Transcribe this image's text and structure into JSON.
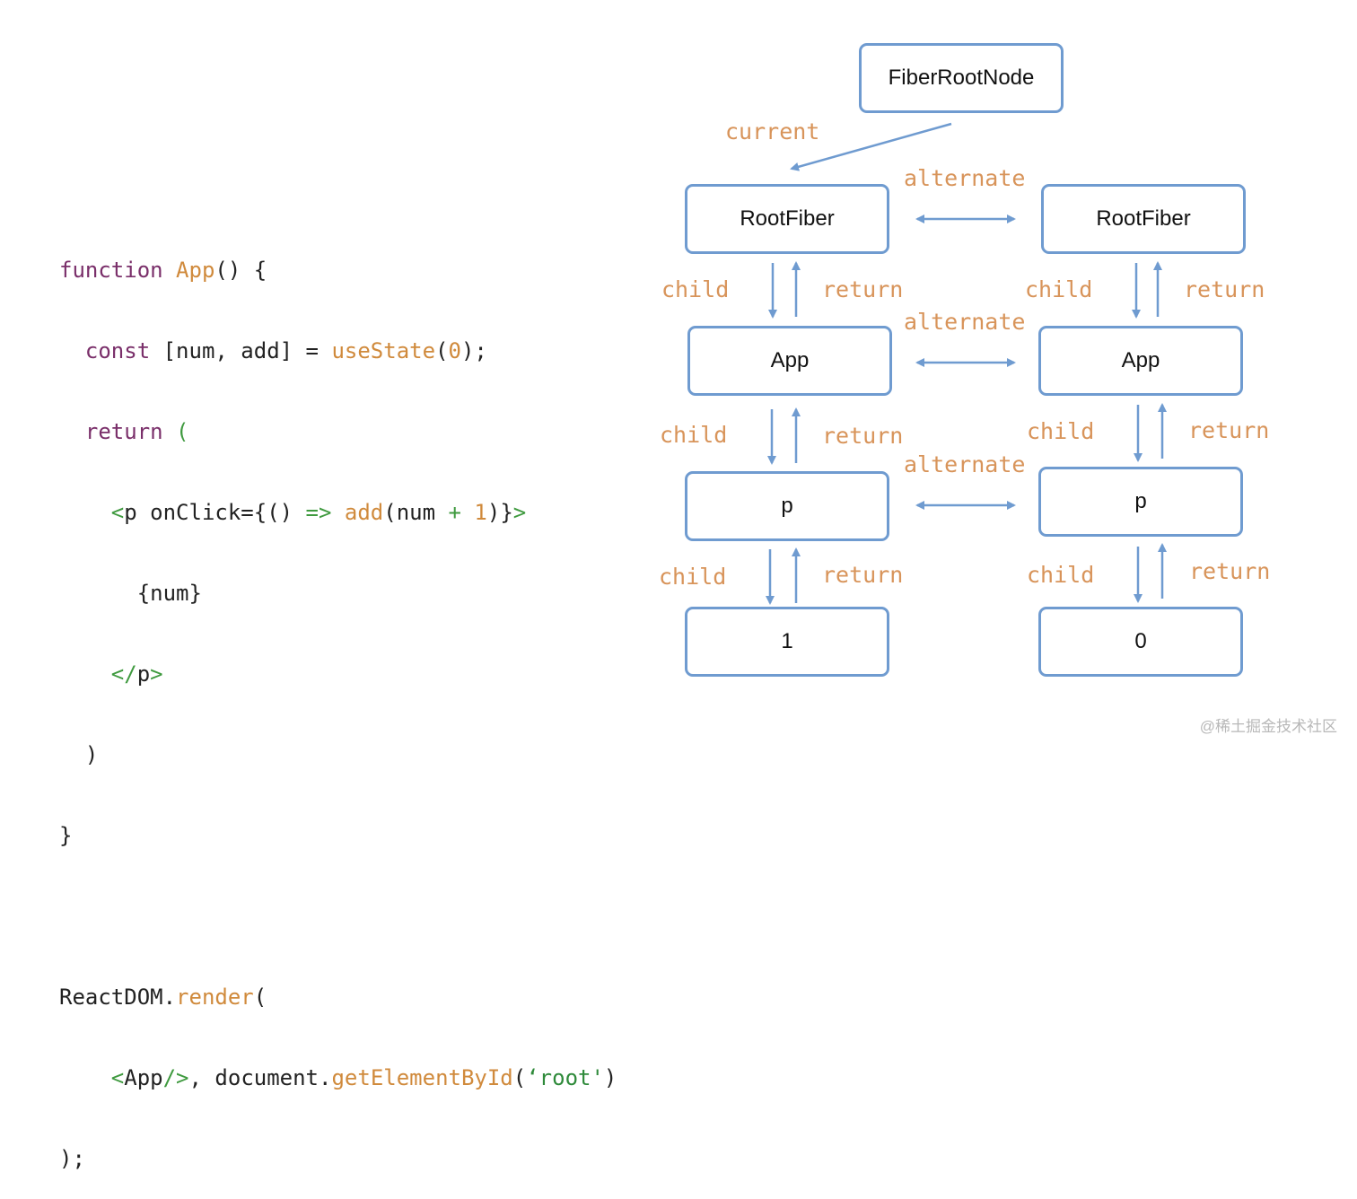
{
  "code": {
    "line1": {
      "kw": "function",
      "fn": "App",
      "rest": "() {"
    },
    "line2": {
      "indent": "  ",
      "kw": "const",
      "mid": " [num, add] = ",
      "fn": "useState",
      "p1": "(",
      "num": "0",
      "p2": ");"
    },
    "line3": {
      "indent": "  ",
      "kw": "return",
      "paren": " ("
    },
    "line4": {
      "indent": "    ",
      "open": "<",
      "tag": "p",
      "attr": " onClick={() ",
      "arrow": "=>",
      "sp": " ",
      "fn": "add",
      "args_a": "(num ",
      "plus": "+",
      "sp2": " ",
      "one": "1",
      "close_b": ")}",
      "gt": ">"
    },
    "line5": {
      "text": "      {num}"
    },
    "line6": {
      "indent": "    ",
      "close": "</",
      "tag": "p",
      "gt": ">"
    },
    "line7": {
      "text": "  )"
    },
    "line8": {
      "text": "}"
    },
    "line9": {
      "text": ""
    },
    "line10": {
      "obj": "ReactDOM.",
      "fn": "render",
      "rest": "("
    },
    "line11": {
      "indent": "    ",
      "open": "<",
      "tag": "App",
      "selfclose": "/>",
      "mid": ", document.",
      "fn": "getElementById",
      "p1": "(",
      "str": "‘root'",
      "p2": ")"
    },
    "line12": {
      "text": ");"
    }
  },
  "tree": {
    "root": "FiberRootNode",
    "current_label": "current",
    "alternate_label": "alternate",
    "child_label": "child",
    "return_label": "return",
    "left": [
      "RootFiber",
      "App",
      "p",
      "1"
    ],
    "right": [
      "RootFiber",
      "App",
      "p",
      "0"
    ]
  },
  "colors": {
    "node_border": "#6f9bd0",
    "arrow": "#6f9bd0",
    "label": "#d8945a",
    "keyword": "#7a2f6a",
    "function": "#d08a3c",
    "tag": "#3f9a3f"
  },
  "watermark": "@稀土掘金技术社区"
}
